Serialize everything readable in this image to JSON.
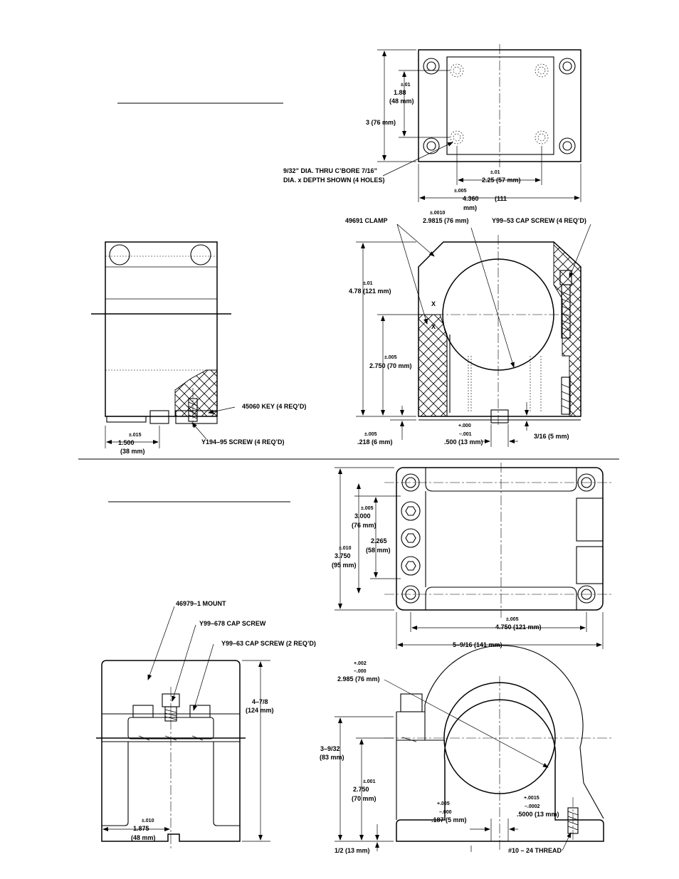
{
  "view1": {
    "top": {
      "tol_01": "±.01",
      "dim_188": "1.88",
      "dim_188_mm": "(48 mm)",
      "dim_3": "3 (76 mm)",
      "note_hole_1": "9/32” DIA. THRU C’BORE 7/16”",
      "note_hole_2": "DIA. x DEPTH SHOWN (4 HOLES)",
      "tol_01b": "±.01",
      "dim_225": "2.25 (57 mm)",
      "tol_005": "±.005",
      "dim_4360": "4.360",
      "dim_4360_mm_a": "(111",
      "dim_4360_mm_b": "mm)"
    },
    "front": {
      "label_clamp": "49691 CLAMP",
      "tol_0010": "±.0010",
      "dim_29815": "2.9815 (76 mm)",
      "label_capscrew": "Y99–53 CAP SCREW (4 REQ’D)",
      "tol_01": "±.01",
      "dim_478": "4.78 (121 mm)",
      "mark_x1": "X",
      "mark_x2": "X",
      "tol_005": "±.005",
      "dim_2750": "2.750 (70 mm)",
      "tol_005b": "±.005",
      "dim_218": ".218 (6 mm)",
      "tol_plus000": "+.000",
      "tol_minus001": "–.001",
      "dim_500": ".500 (13 mm)",
      "dim_316": "3/16 (5 mm)"
    },
    "side": {
      "label_key": "45060 KEY (4 REQ’D)",
      "tol_015": "±.015",
      "dim_1500": "1.500",
      "dim_1500_mm": "(38 mm)",
      "label_screw": "Y194–95 SCREW (4 REQ’D)"
    }
  },
  "view2": {
    "top": {
      "tol_005": "±.005",
      "dim_3000": "3.000",
      "dim_3000_mm": "(76 mm)",
      "dim_2265": "2.265",
      "dim_2265_mm": "(58 mm)",
      "tol_010": "±.010",
      "dim_3750": "3.750",
      "dim_3750_mm": "(95 mm)",
      "tol_005b": "±.005",
      "dim_4750": "4.750 (121 mm)",
      "dim_5916": "5–9/16 (141 mm)"
    },
    "side": {
      "label_mount": "46979–1 MOUNT",
      "label_cap678": "Y99–678 CAP SCREW",
      "label_cap63": "Y99–63 CAP SCREW (2 REQ’D)",
      "dim_478": "4–7/8",
      "dim_478_mm": "(124 mm)",
      "tol_010": "±.010",
      "dim_1875": "1.875",
      "dim_1875_mm": "(48 mm)"
    },
    "front": {
      "tol_plus002": "+.002",
      "tol_minus000": "–.000",
      "dim_2985": "2.985 (76 mm)",
      "dim_3932": "3–9/32",
      "dim_3932_mm": "(83 mm)",
      "tol_001": "±.001",
      "dim_2750": "2.750",
      "dim_2750_mm": "(70 mm)",
      "tol_plus005": "+.005",
      "tol_minus000b": "–.000",
      "dim_187": ".187 (5 mm)",
      "tol_plus0015": "+.0015",
      "tol_minus0002": "–.0002",
      "dim_5000": ".5000 (13 mm)",
      "dim_12": "1/2 (13 mm)",
      "label_thread": "#10 – 24 THREAD"
    }
  }
}
